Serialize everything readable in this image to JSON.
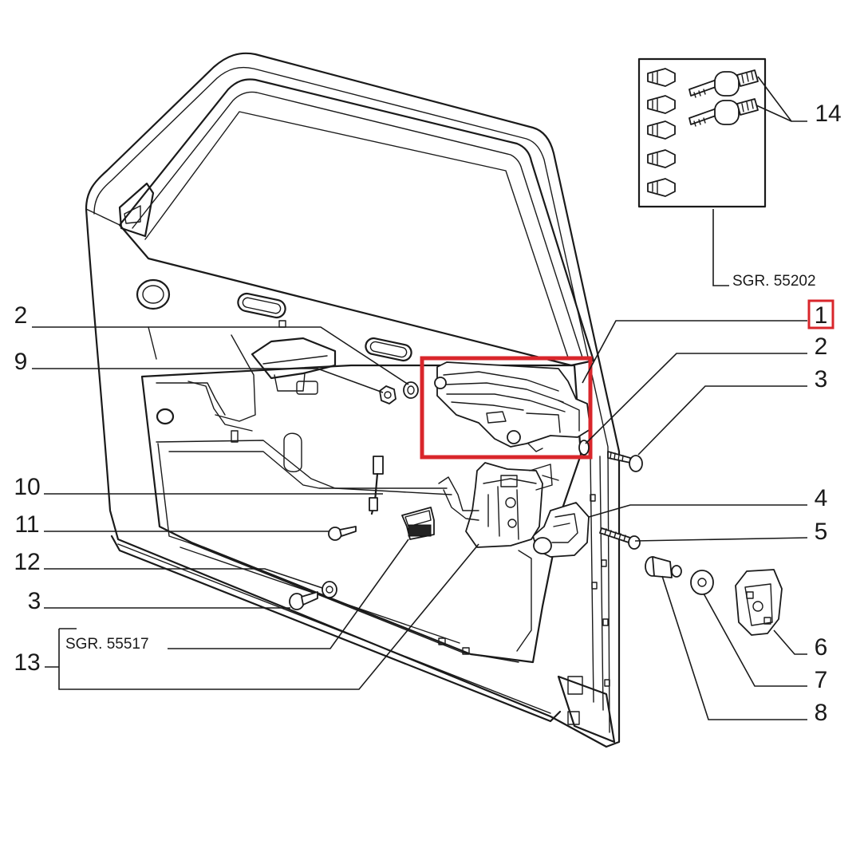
{
  "diagram": {
    "callouts": {
      "c1": "1",
      "c2_left": "2",
      "c9": "9",
      "c10": "10",
      "c11": "11",
      "c12": "12",
      "c3_left": "3",
      "c13": "13",
      "c14": "14",
      "c2_right": "2",
      "c3_right": "3",
      "c4": "4",
      "c5": "5",
      "c6": "6",
      "c7": "7",
      "c8": "8"
    },
    "references": {
      "keys_group": "SGR. 55202",
      "lock_group": "SGR. 55517"
    },
    "highlight_color": "#d9262b",
    "line_color": "#1a1a1a"
  }
}
